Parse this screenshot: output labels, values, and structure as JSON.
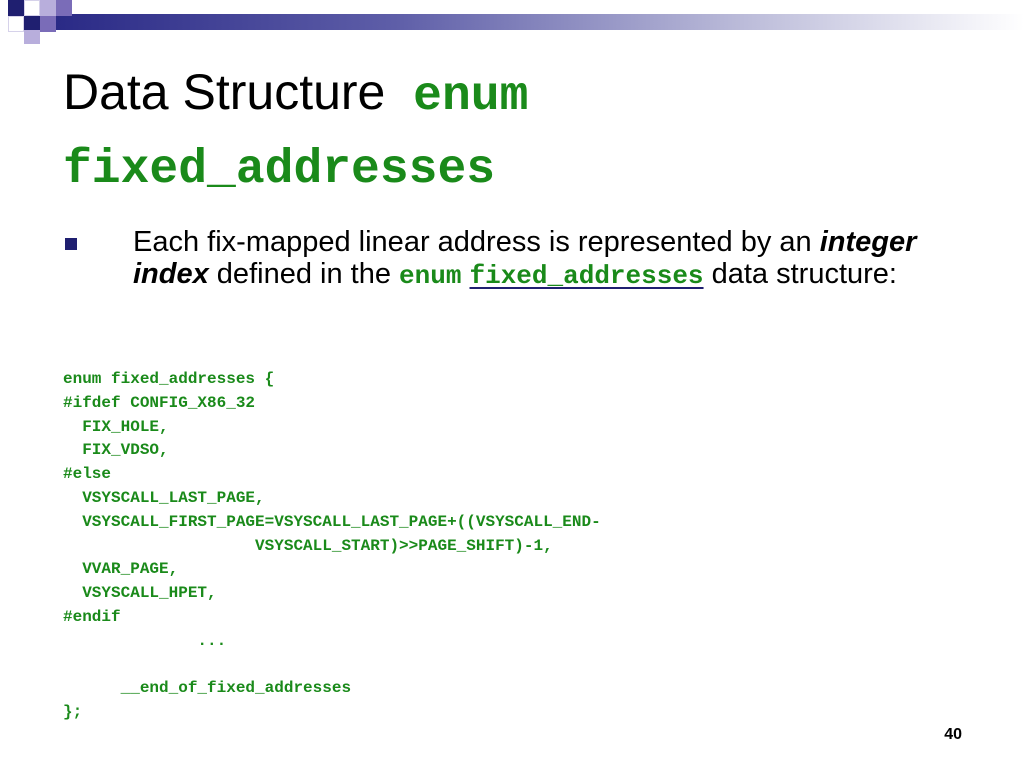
{
  "slide": {
    "title_text": "Data Structure",
    "title_code": "enum fixed_addresses",
    "bullet": {
      "part1": "Each fix-mapped linear address is represented by an ",
      "emphasis": "integer index",
      "part2": " defined in the ",
      "code_enum": "enum",
      "code_link": "fixed_addresses",
      "part3": " data structure:"
    },
    "code_lines": [
      "enum fixed_addresses {",
      "#ifdef CONFIG_X86_32",
      "  FIX_HOLE,",
      "  FIX_VDSO,",
      "#else",
      "  VSYSCALL_LAST_PAGE,",
      "  VSYSCALL_FIRST_PAGE=VSYSCALL_LAST_PAGE+((VSYSCALL_END-",
      "                    VSYSCALL_START)>>PAGE_SHIFT)-1,",
      "  VVAR_PAGE,",
      "  VSYSCALL_HPET,",
      "#endif",
      "              ...",
      "",
      "      __end_of_fixed_addresses",
      "};"
    ],
    "page_number": "40"
  },
  "colors": {
    "code_green": "#1a8a1a",
    "navy": "#1f1f70"
  }
}
